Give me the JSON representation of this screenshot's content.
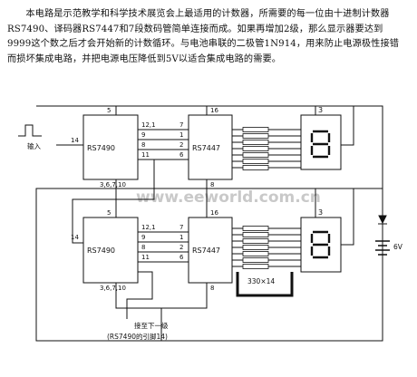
{
  "description_text": "本电路是示范教学和科学技术展览会上最适用的计数器，所需要的每一位由十进制计数器RS7490、译码器RS7447和7段数码管简单连接而成。如果再增加2级，那么显示器要达到9999这个数之后才会开始新的计数循环。与电池串联的二极管1N914，用来防止电源极性接错而损坏集成电路，并把电源电压降低到5V以适合集成电路的需要。",
  "watermark": "www.eeworld.com.cn",
  "input_label": "输入",
  "battery_label": "6V",
  "resistor_label": "330×14",
  "note_line1": "接至下一级",
  "note_line2": "(RS7490的引脚14)",
  "stage1": {
    "counter_name": "RS7490",
    "decoder_name": "RS7447",
    "display_label": "3",
    "counter_pins": {
      "input": "14",
      "vcc": "5",
      "gnd": "3,6,7,10",
      "q0": "12,1",
      "q1": "9",
      "q2": "8",
      "q3": "11"
    },
    "decoder_pins": {
      "vcc": "16",
      "gnd": "8",
      "a": "7",
      "b": "1",
      "c": "2",
      "d": "6"
    }
  },
  "stage2": {
    "counter_name": "RS7490",
    "decoder_name": "RS7447",
    "display_label": "3",
    "counter_pins": {
      "input": "14",
      "vcc": "5",
      "gnd": "3,6,7,10",
      "q0": "12,1",
      "q1": "9",
      "q2": "8",
      "q3": "11"
    },
    "decoder_pins": {
      "vcc": "16",
      "gnd": "8",
      "a": "7",
      "b": "1",
      "c": "2",
      "d": "6"
    }
  }
}
